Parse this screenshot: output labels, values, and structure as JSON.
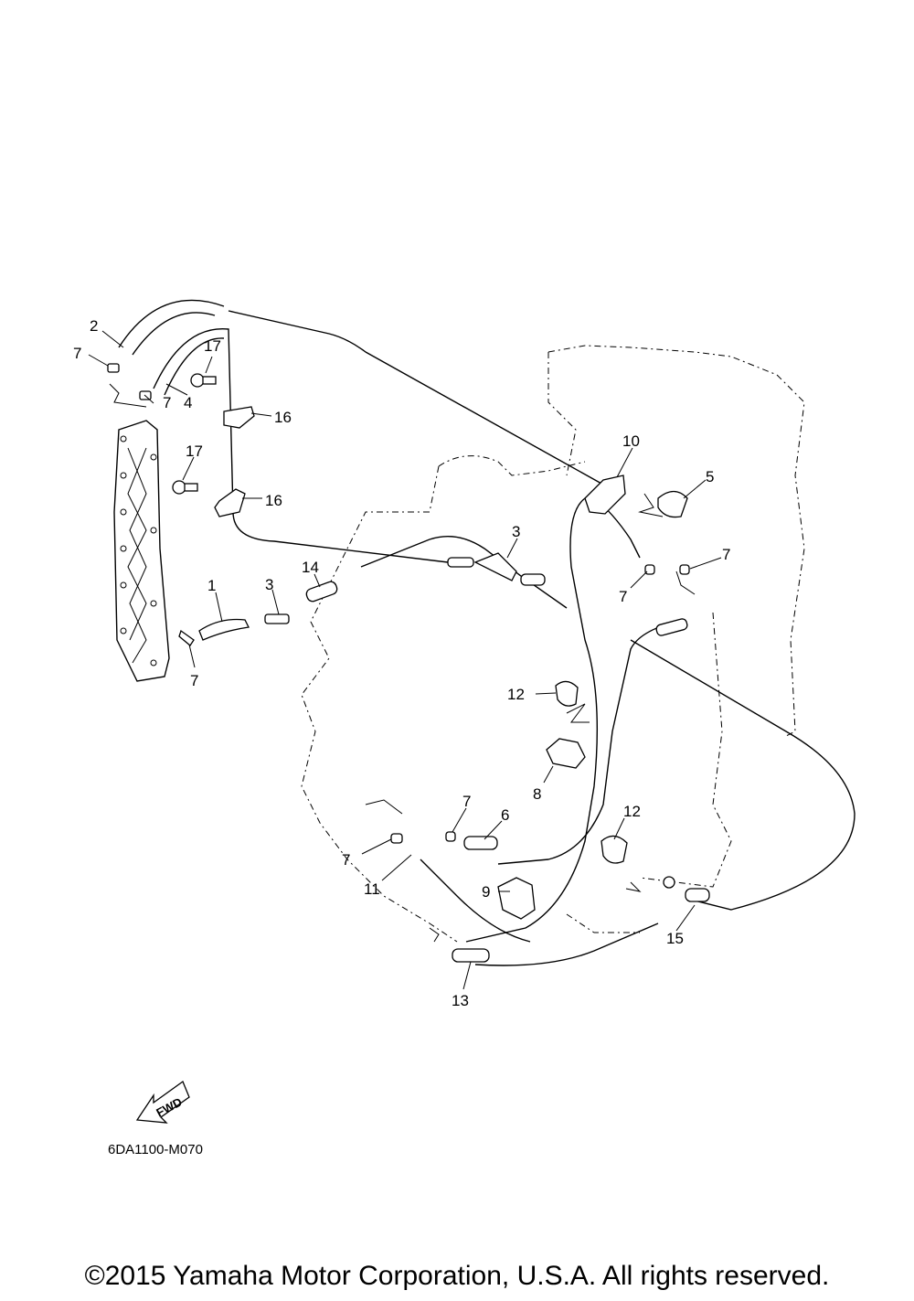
{
  "diagram": {
    "callouts": [
      {
        "id": "c1",
        "label": "1"
      },
      {
        "id": "c2",
        "label": "2"
      },
      {
        "id": "c3a",
        "label": "3"
      },
      {
        "id": "c3b",
        "label": "3"
      },
      {
        "id": "c4",
        "label": "4"
      },
      {
        "id": "c5",
        "label": "5"
      },
      {
        "id": "c6",
        "label": "6"
      },
      {
        "id": "c7a",
        "label": "7"
      },
      {
        "id": "c7b",
        "label": "7"
      },
      {
        "id": "c7c",
        "label": "7"
      },
      {
        "id": "c7d",
        "label": "7"
      },
      {
        "id": "c7e",
        "label": "7"
      },
      {
        "id": "c7f",
        "label": "7"
      },
      {
        "id": "c7g",
        "label": "7"
      },
      {
        "id": "c8",
        "label": "8"
      },
      {
        "id": "c9",
        "label": "9"
      },
      {
        "id": "c10",
        "label": "10"
      },
      {
        "id": "c11",
        "label": "11"
      },
      {
        "id": "c12a",
        "label": "12"
      },
      {
        "id": "c12b",
        "label": "12"
      },
      {
        "id": "c13",
        "label": "13"
      },
      {
        "id": "c14",
        "label": "14"
      },
      {
        "id": "c15",
        "label": "15"
      },
      {
        "id": "c16a",
        "label": "16"
      },
      {
        "id": "c16b",
        "label": "16"
      },
      {
        "id": "c17a",
        "label": "17"
      },
      {
        "id": "c17b",
        "label": "17"
      }
    ],
    "fwd_label": "FWD",
    "drawing_code": "6DA1100-M070"
  },
  "footer": {
    "copyright": "©2015 Yamaha Motor Corporation, U.S.A. All rights reserved."
  }
}
